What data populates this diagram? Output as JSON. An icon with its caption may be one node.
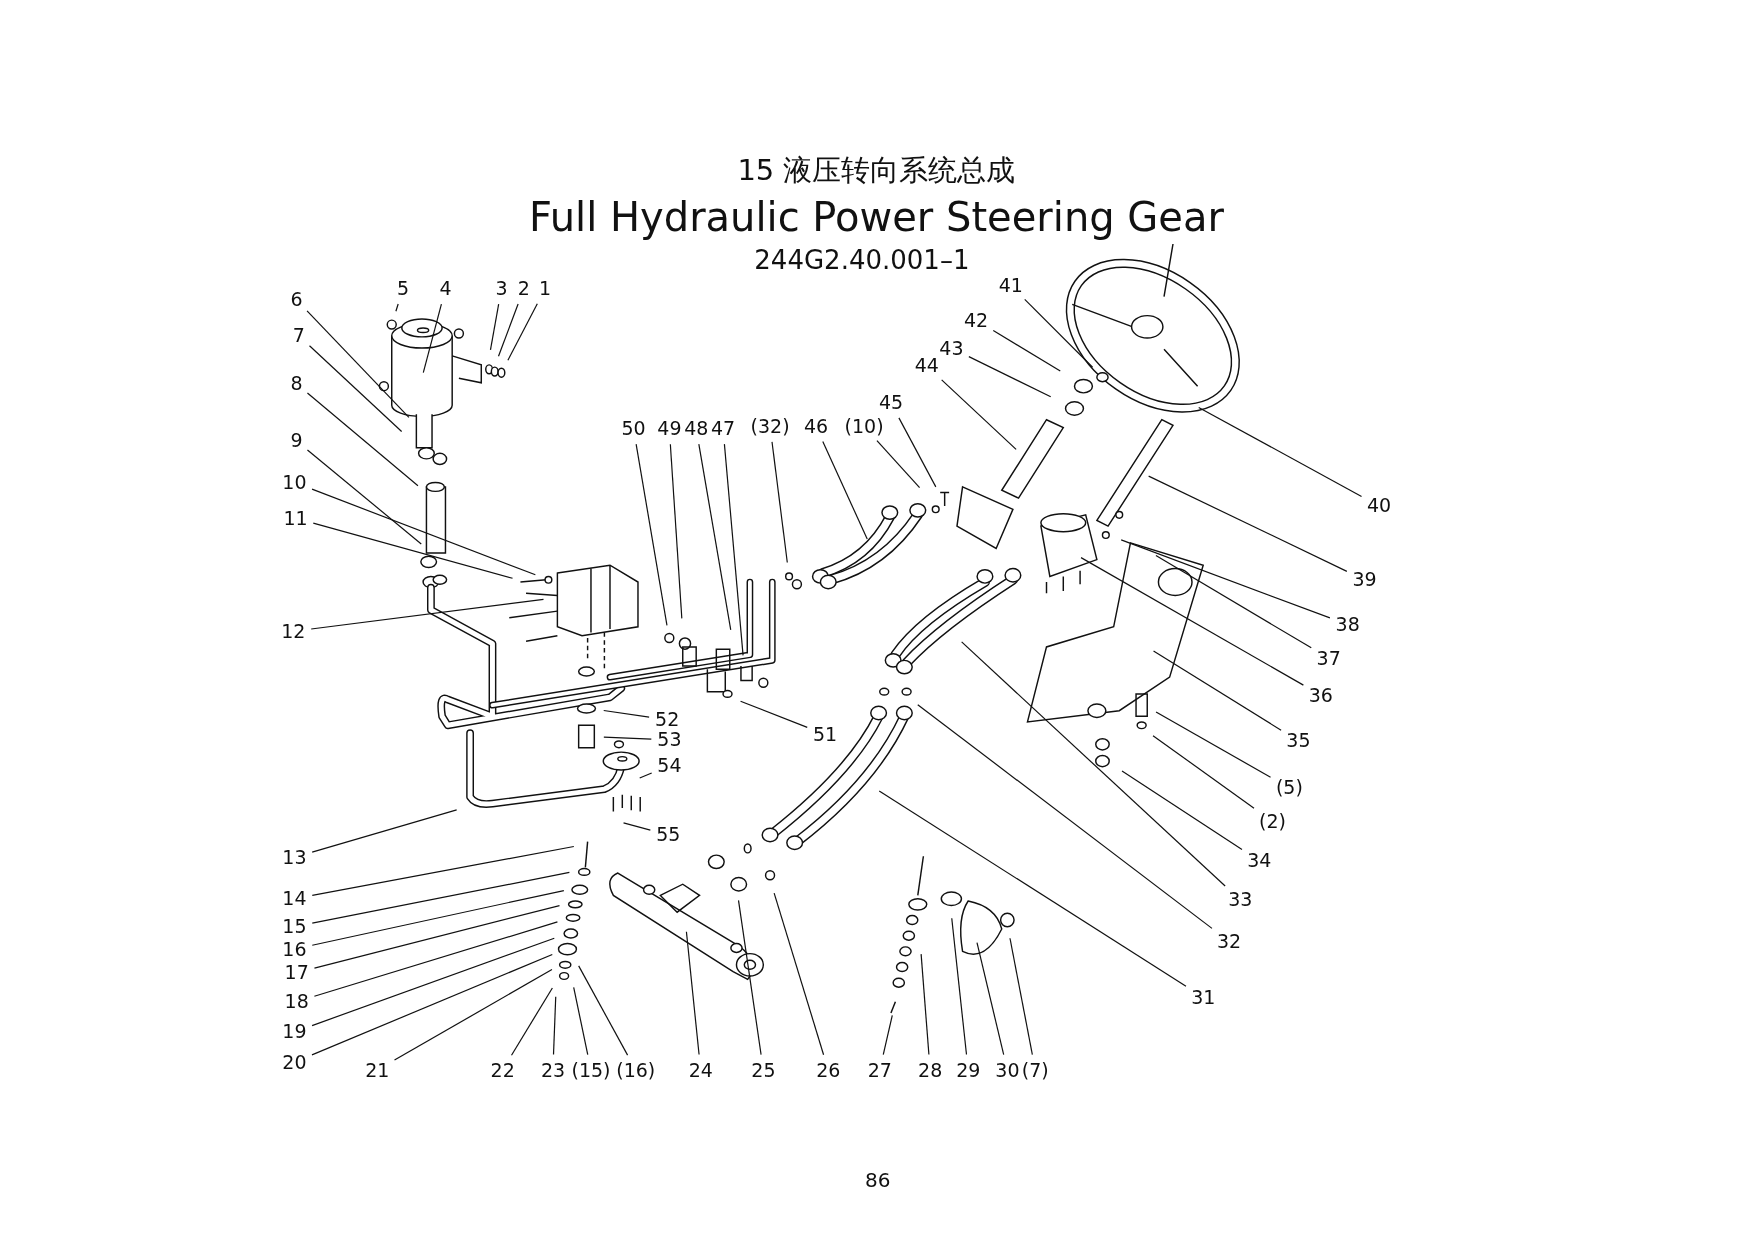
{
  "diagram": {
    "title": "15 液压转向系统总成",
    "labels": [
      "Full Hydraulic Power Steering Gear",
      "244G2.40.001–1",
      "86"
    ],
    "nodes": [
      {
        "text": [
          "5"
        ]
      },
      {
        "text": [
          "4"
        ]
      },
      {
        "text": [
          "3"
        ]
      },
      {
        "text": [
          "2"
        ]
      },
      {
        "text": [
          "1"
        ]
      },
      {
        "text": [
          "6"
        ]
      },
      {
        "text": [
          "7"
        ]
      },
      {
        "text": [
          "8"
        ]
      },
      {
        "text": [
          "9"
        ]
      },
      {
        "text": [
          "10"
        ]
      },
      {
        "text": [
          "11"
        ]
      },
      {
        "text": [
          "12"
        ]
      },
      {
        "text": [
          "13"
        ]
      },
      {
        "text": [
          "14"
        ]
      },
      {
        "text": [
          "15"
        ]
      },
      {
        "text": [
          "16"
        ]
      },
      {
        "text": [
          "17"
        ]
      },
      {
        "text": [
          "18"
        ]
      },
      {
        "text": [
          "19"
        ]
      },
      {
        "text": [
          "20"
        ]
      },
      {
        "text": [
          "21"
        ]
      },
      {
        "text": [
          "22"
        ]
      },
      {
        "text": [
          "23"
        ]
      },
      {
        "text": [
          "(15)"
        ]
      },
      {
        "text": [
          "(16)"
        ]
      },
      {
        "text": [
          "24"
        ]
      },
      {
        "text": [
          "25"
        ]
      },
      {
        "text": [
          "26"
        ]
      },
      {
        "text": [
          "27"
        ]
      },
      {
        "text": [
          "28"
        ]
      },
      {
        "text": [
          "29"
        ]
      },
      {
        "text": [
          "30"
        ]
      },
      {
        "text": [
          "(7)"
        ]
      },
      {
        "text": [
          "31"
        ]
      },
      {
        "text": [
          "32"
        ]
      },
      {
        "text": [
          "33"
        ]
      },
      {
        "text": [
          "34"
        ]
      },
      {
        "text": [
          "(2)"
        ]
      },
      {
        "text": [
          "(5)"
        ]
      },
      {
        "text": [
          "35"
        ]
      },
      {
        "text": [
          "36"
        ]
      },
      {
        "text": [
          "37"
        ]
      },
      {
        "text": [
          "38"
        ]
      },
      {
        "text": [
          "39"
        ]
      },
      {
        "text": [
          "40"
        ]
      },
      {
        "text": [
          "41"
        ]
      },
      {
        "text": [
          "42"
        ]
      },
      {
        "text": [
          "43"
        ]
      },
      {
        "text": [
          "44"
        ]
      },
      {
        "text": [
          "45"
        ]
      },
      {
        "text": [
          "(10)"
        ]
      },
      {
        "text": [
          "46"
        ]
      },
      {
        "text": [
          "(32)"
        ]
      },
      {
        "text": [
          "47"
        ]
      },
      {
        "text": [
          "48"
        ]
      },
      {
        "text": [
          "49"
        ]
      },
      {
        "text": [
          "50"
        ]
      },
      {
        "text": [
          "51"
        ]
      },
      {
        "text": [
          "52"
        ]
      },
      {
        "text": [
          "53"
        ]
      },
      {
        "text": [
          "54"
        ]
      },
      {
        "text": [
          "55"
        ]
      }
    ],
    "edges": [
      {
        "from": 0,
        "to": null,
        "arrow": "none"
      },
      {
        "from": 1,
        "to": null,
        "arrow": "none"
      },
      {
        "from": 2,
        "to": null,
        "arrow": "none"
      },
      {
        "from": 3,
        "to": null,
        "arrow": "none"
      },
      {
        "from": 4,
        "to": null,
        "arrow": "none"
      },
      {
        "from": 5,
        "to": null,
        "arrow": "none"
      },
      {
        "from": 6,
        "to": null,
        "arrow": "none"
      },
      {
        "from": 7,
        "to": null,
        "arrow": "none"
      },
      {
        "from": 8,
        "to": null,
        "arrow": "none"
      },
      {
        "from": 9,
        "to": null,
        "arrow": "none"
      },
      {
        "from": 10,
        "to": null,
        "arrow": "none"
      },
      {
        "from": 11,
        "to": null,
        "arrow": "none"
      },
      {
        "from": 12,
        "to": null,
        "arrow": "none"
      },
      {
        "from": 13,
        "to": null,
        "arrow": "none"
      },
      {
        "from": 14,
        "to": null,
        "arrow": "none"
      },
      {
        "from": 15,
        "to": null,
        "arrow": "none"
      },
      {
        "from": 16,
        "to": null,
        "arrow": "none"
      },
      {
        "from": 17,
        "to": null,
        "arrow": "none"
      },
      {
        "from": 18,
        "to": null,
        "arrow": "none"
      },
      {
        "from": 19,
        "to": null,
        "arrow": "none"
      },
      {
        "from": 20,
        "to": null,
        "arrow": "none"
      },
      {
        "from": 21,
        "to": null,
        "arrow": "none"
      },
      {
        "from": 22,
        "to": null,
        "arrow": "none"
      },
      {
        "from": 23,
        "to": null,
        "arrow": "none"
      },
      {
        "from": 24,
        "to": null,
        "arrow": "none"
      },
      {
        "from": 25,
        "to": null,
        "arrow": "none"
      },
      {
        "from": 26,
        "to": null,
        "arrow": "none"
      },
      {
        "from": 27,
        "to": null,
        "arrow": "none"
      },
      {
        "from": 28,
        "to": null,
        "arrow": "none"
      },
      {
        "from": 29,
        "to": null,
        "arrow": "none"
      },
      {
        "from": 30,
        "to": null,
        "arrow": "none"
      },
      {
        "from": 31,
        "to": null,
        "arrow": "none"
      },
      {
        "from": 32,
        "to": null,
        "arrow": "none"
      },
      {
        "from": 33,
        "to": null,
        "arrow": "none"
      },
      {
        "from": 34,
        "to": null,
        "arrow": "none"
      },
      {
        "from": 35,
        "to": null,
        "arrow": "none"
      },
      {
        "from": 36,
        "to": null,
        "arrow": "none"
      },
      {
        "from": 37,
        "to": null,
        "arrow": "none"
      },
      {
        "from": 38,
        "to": null,
        "arrow": "none"
      },
      {
        "from": 39,
        "to": null,
        "arrow": "none"
      },
      {
        "from": 40,
        "to": null,
        "arrow": "none"
      },
      {
        "from": 41,
        "to": null,
        "arrow": "none"
      },
      {
        "from": 42,
        "to": null,
        "arrow": "none"
      },
      {
        "from": 43,
        "to": null,
        "arrow": "none"
      },
      {
        "from": 44,
        "to": null,
        "arrow": "none"
      },
      {
        "from": 45,
        "to": null,
        "arrow": "none"
      },
      {
        "from": 46,
        "to": null,
        "arrow": "none"
      },
      {
        "from": 47,
        "to": null,
        "arrow": "none"
      },
      {
        "from": 48,
        "to": null,
        "arrow": "none"
      },
      {
        "from": 49,
        "to": null,
        "arrow": "none"
      },
      {
        "from": 50,
        "to": null,
        "arrow": "none"
      },
      {
        "from": 51,
        "to": null,
        "arrow": "none"
      },
      {
        "from": 52,
        "to": null,
        "arrow": "none"
      },
      {
        "from": 53,
        "to": null,
        "arrow": "none"
      },
      {
        "from": 54,
        "to": null,
        "arrow": "none"
      },
      {
        "from": 55,
        "to": null,
        "arrow": "none"
      },
      {
        "from": 56,
        "to": null,
        "arrow": "none"
      },
      {
        "from": 57,
        "to": null,
        "arrow": "none"
      },
      {
        "from": 58,
        "to": null,
        "arrow": "none"
      },
      {
        "from": 59,
        "to": null,
        "arrow": "none"
      },
      {
        "from": 60,
        "to": null,
        "arrow": "none"
      },
      {
        "from": 61,
        "to": null,
        "arrow": "none"
      }
    ]
  }
}
